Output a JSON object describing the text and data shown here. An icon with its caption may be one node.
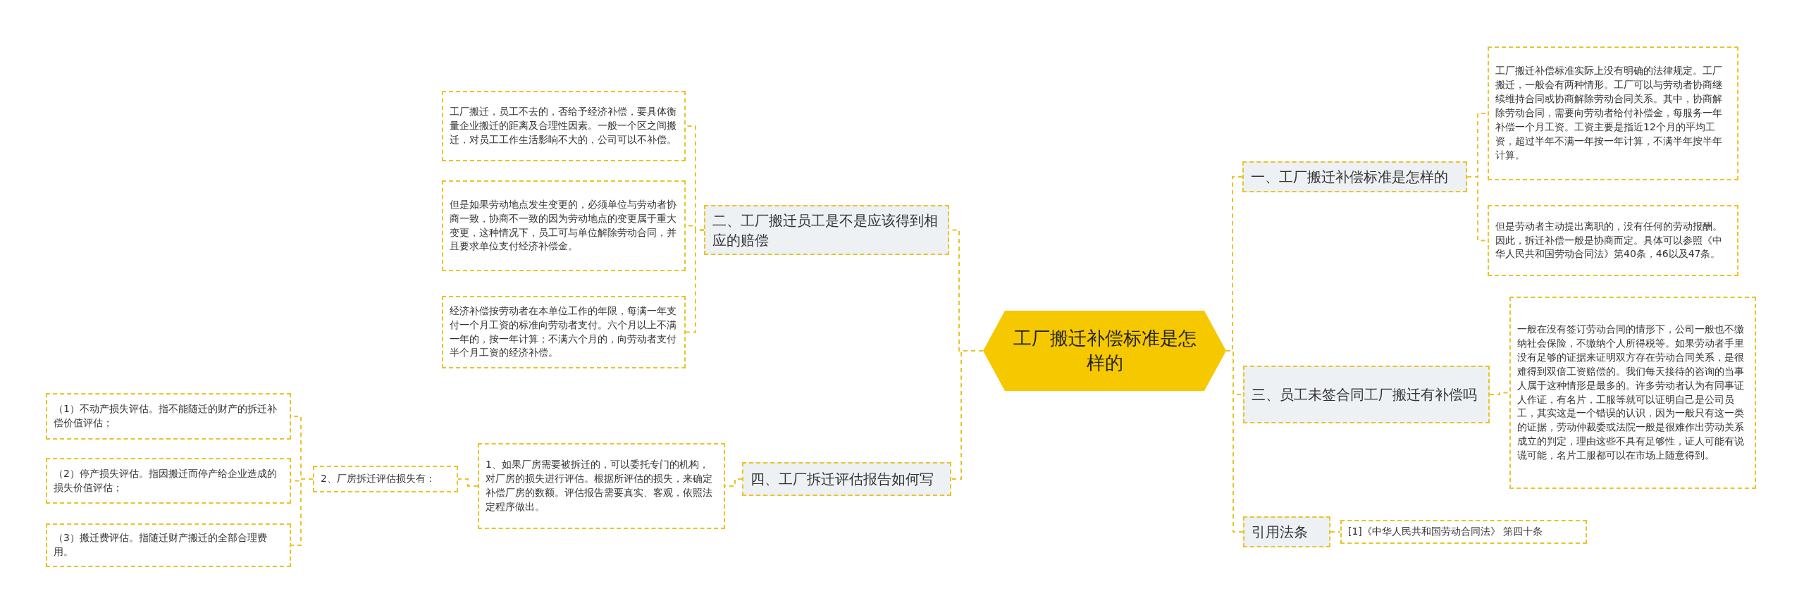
{
  "diagram": {
    "nodes": [
      {
        "text": [
          "工厂搬迁补偿标准是怎样的"
        ]
      },
      {
        "text": [
          "一、工厂搬迁补偿标准是怎样的"
        ]
      },
      {
        "text": [
          "工厂搬迁补偿标准实际上没有明确的法律规定。工厂搬迁，一般会有两种情形。工厂可以与劳动者协商继续维持合同或协商解除劳动合同关系。其中，协商解除劳动合同，需要向劳动者给付补偿金，每服务一年补偿一个月工资。工资主要是指近12个月的平均工资，超过半年不满一年按一年计算，不满半年按半年计算。"
        ]
      },
      {
        "text": [
          "但是劳动者主动提出离职的，没有任何的劳动报酬。因此，拆迁补偿一般是协商而定。具体可以参照《中华人民共和国劳动合同法》第40条，46以及47条。"
        ]
      },
      {
        "text": [
          "三、员工未签合同工厂搬迁有补偿吗"
        ]
      },
      {
        "text": [
          "一般在没有签订劳动合同的情形下，公司一般也不缴纳社会保险，不缴纳个人所得税等。如果劳动者手里没有足够的证据来证明双方存在劳动合同关系，是很难得到双倍工资赔偿的。我们每天接待的咨询的当事人属于这种情形是最多的。许多劳动者认为有同事证人作证，有名片，工服等就可以证明自己是公司员工，其实这是一个错误的认识，因为一般只有这一类的证据，劳动仲裁委或法院一般是很难作出劳动关系成立的判定，理由这些不具有足够性，证人可能有说谎可能，名片工服都可以在市场上随意得到。"
        ]
      },
      {
        "text": [
          "引用法条"
        ]
      },
      {
        "text": [
          "[1]《中华人民共和国劳动合同法》 第四十条"
        ]
      },
      {
        "text": [
          "二、工厂搬迁员工是不是应该得到相应的赔偿"
        ]
      },
      {
        "text": [
          "工厂搬迁，员工不去的，否给予经济补偿，要具体衡量企业搬迁的距离及合理性因素。一般一个区之间搬迁，对员工工作生活影响不大的，公司可以不补偿。"
        ]
      },
      {
        "text": [
          "但是如果劳动地点发生变更的，必须单位与劳动者协商一致，协商不一致的因为劳动地点的变更属于重大变更，这种情况下，员工可与单位解除劳动合同，并且要求单位支付经济补偿金。"
        ]
      },
      {
        "text": [
          "经济补偿按劳动者在本单位工作的年限，每满一年支付一个月工资的标准向劳动者支付。六个月以上不满一年的，按一年计算；不满六个月的，向劳动者支付半个月工资的经济补偿。"
        ]
      },
      {
        "text": [
          "四、工厂拆迁评估报告如何写"
        ]
      },
      {
        "text": [
          "1、如果厂房需要被拆迁的，可以委托专门的机构，对厂房的损失进行评估。根据所评估的损失，来确定补偿厂房的数额。评估报告需要真实、客观，依照法定程序做出。"
        ]
      },
      {
        "text": [
          "2、厂房拆迁评估损失有："
        ]
      },
      {
        "text": [
          "（1）不动产损失评估。指不能随迁的财产的拆迁补偿价值评估；"
        ]
      },
      {
        "text": [
          "（2）停产损失评估。指因搬迁而停产给企业造成的损失价值评估；"
        ]
      },
      {
        "text": [
          "（3）搬迁费评估。指随迁财产搬迁的全部合理费用。"
        ]
      }
    ],
    "edges": [
      {
        "from": 0,
        "to": 1,
        "arrow": "none",
        "style": "dashed"
      },
      {
        "from": 1,
        "to": 2,
        "arrow": "none",
        "style": "dashed"
      },
      {
        "from": 1,
        "to": 3,
        "arrow": "none",
        "style": "dashed"
      },
      {
        "from": 0,
        "to": 4,
        "arrow": "none",
        "style": "dashed"
      },
      {
        "from": 4,
        "to": 5,
        "arrow": "none",
        "style": "dashed"
      },
      {
        "from": 0,
        "to": 6,
        "arrow": "none",
        "style": "dashed"
      },
      {
        "from": 6,
        "to": 7,
        "arrow": "none",
        "style": "dashed"
      },
      {
        "from": 0,
        "to": 8,
        "arrow": "none",
        "style": "dashed"
      },
      {
        "from": 8,
        "to": 9,
        "arrow": "none",
        "style": "dashed"
      },
      {
        "from": 8,
        "to": 10,
        "arrow": "none",
        "style": "dashed"
      },
      {
        "from": 8,
        "to": 11,
        "arrow": "none",
        "style": "dashed"
      },
      {
        "from": 0,
        "to": 12,
        "arrow": "none",
        "style": "dashed"
      },
      {
        "from": 12,
        "to": 13,
        "arrow": "none",
        "style": "dashed"
      },
      {
        "from": 13,
        "to": 14,
        "arrow": "none",
        "style": "dashed"
      },
      {
        "from": 14,
        "to": 15,
        "arrow": "none",
        "style": "dashed"
      },
      {
        "from": 14,
        "to": 16,
        "arrow": "none",
        "style": "dashed"
      },
      {
        "from": 14,
        "to": 17,
        "arrow": "none",
        "style": "dashed"
      }
    ]
  }
}
